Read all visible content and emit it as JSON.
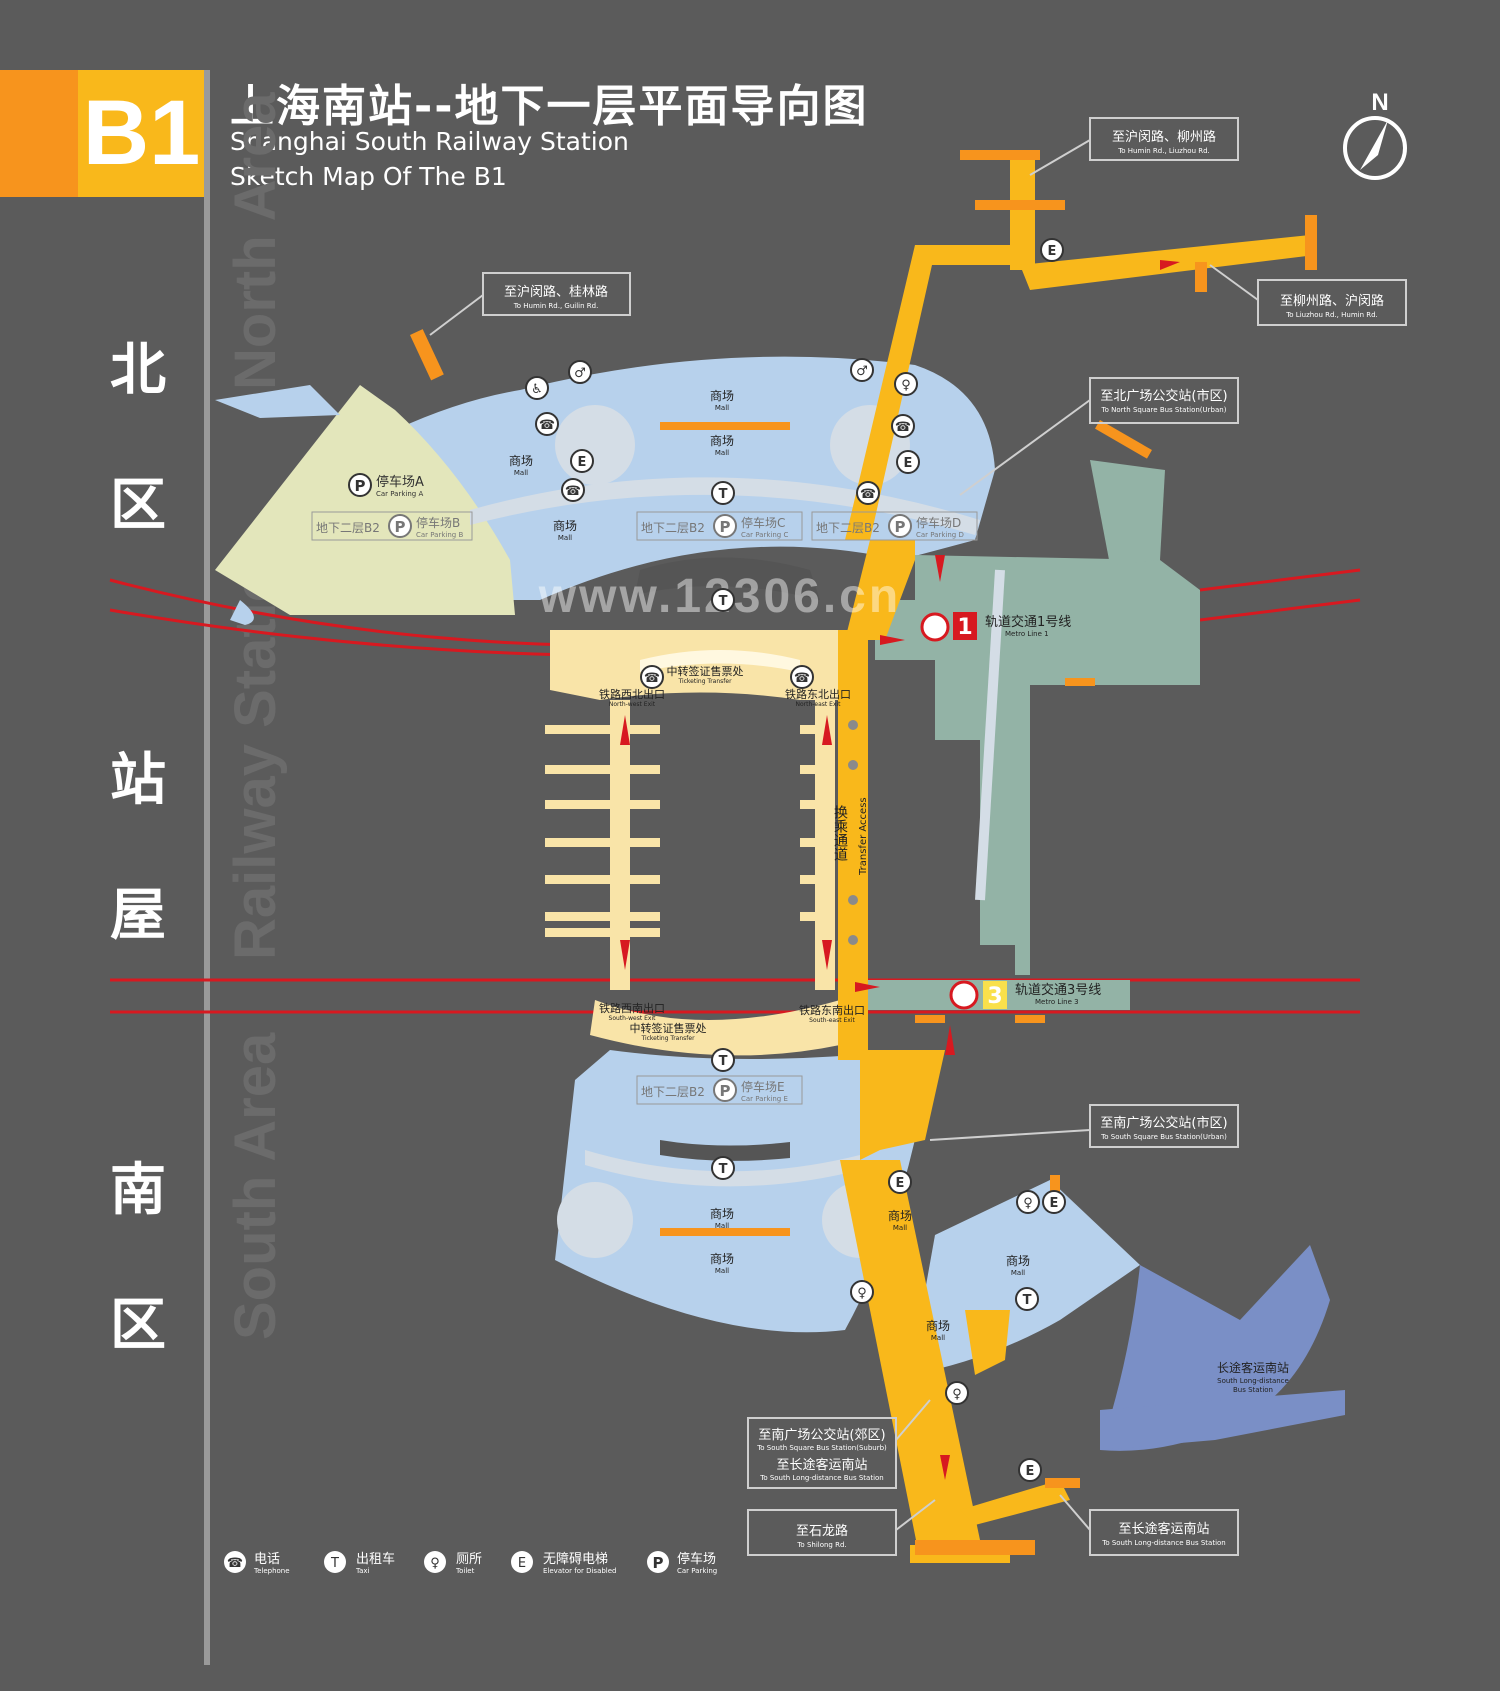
{
  "header": {
    "badge": "B1",
    "title_cn": "上海南站--地下一层平面导向图",
    "title_en_1": "Shanghai South Railway Station",
    "title_en_2": "Sketch Map Of The B1"
  },
  "side_labels": [
    "北",
    "区",
    "站",
    "屋",
    "南",
    "区"
  ],
  "watermarks": {
    "north": "North Area",
    "railway": "Railway Station",
    "south": "South Area",
    "site": "www.12306.cn"
  },
  "compass": {
    "letter": "N"
  },
  "callouts": {
    "humin_liuzhou": {
      "cn": "至沪闵路、柳州路",
      "en": "To Humin Rd., Liuzhou Rd."
    },
    "humin_guilin": {
      "cn": "至沪闵路、桂林路",
      "en": "To Humin Rd., Guilin Rd."
    },
    "liuzhou_humin": {
      "cn": "至柳州路、沪闵路",
      "en": "To Liuzhou Rd., Humin Rd."
    },
    "north_bus": {
      "cn": "至北广场公交站(市区)",
      "en": "To North Square Bus Station(Urban)"
    },
    "south_bus_urban": {
      "cn": "至南广场公交站(市区)",
      "en": "To South Square Bus Station(Urban)"
    },
    "south_bus_suburb": {
      "cn": "至南广场公交站(郊区)",
      "en": "To South Square Bus Station(Suburb)"
    },
    "long_distance_1": {
      "cn": "至长途客运南站",
      "en": "To South Long-distance Bus Station"
    },
    "shilong": {
      "cn": "至石龙路",
      "en": "To Shilong Rd."
    },
    "long_distance_2": {
      "cn": "至长途客运南站",
      "en": "To South Long-distance Bus Station"
    }
  },
  "parking": {
    "a": {
      "cn": "停车场A",
      "en": "Car Parking A"
    },
    "b": {
      "level": "地下二层B2",
      "cn": "停车场B",
      "en": "Car Parking B"
    },
    "c": {
      "level": "地下二层B2",
      "cn": "停车场C",
      "en": "Car Parking C"
    },
    "d": {
      "level": "地下二层B2",
      "cn": "停车场D",
      "en": "Car Parking D"
    },
    "e": {
      "level": "地下二层B2",
      "cn": "停车场E",
      "en": "Car Parking E"
    }
  },
  "mall": {
    "cn": "商场",
    "en": "Mall"
  },
  "metro": {
    "line1": {
      "num": "1",
      "cn": "轨道交通1号线",
      "en": "Metro Line 1"
    },
    "line3": {
      "num": "3",
      "cn": "轨道交通3号线",
      "en": "Metro Line 3"
    }
  },
  "exits": {
    "nw": {
      "cn": "铁路西北出口",
      "en": "North-west Exit"
    },
    "ne": {
      "cn": "铁路东北出口",
      "en": "North-east Exit"
    },
    "sw": {
      "cn": "铁路西南出口",
      "en": "South-west Exit"
    },
    "se": {
      "cn": "铁路东南出口",
      "en": "South-east Exit"
    }
  },
  "ticketing": {
    "cn": "中转签证售票处",
    "en": "Ticketing Transfer"
  },
  "transfer": {
    "cn": "换乘通道",
    "en": "Transfer Access"
  },
  "long_distance_station": {
    "cn": "长途客运南站",
    "en_1": "South Long-distance",
    "en_2": "Bus Station"
  },
  "legend": [
    {
      "icon": "phone",
      "cn": "电话",
      "en": "Telephone"
    },
    {
      "icon": "taxi",
      "cn": "出租车",
      "en": "Taxi"
    },
    {
      "icon": "toilet",
      "cn": "厕所",
      "en": "Toilet"
    },
    {
      "icon": "elevator",
      "cn": "无障碍电梯",
      "en": "Elevator for Disabled"
    },
    {
      "icon": "parking",
      "cn": "停车场",
      "en": "Car Parking"
    }
  ],
  "colors": {
    "background": "#5b5b5b",
    "corridor": "#f9b81b",
    "orange": "#f7941d",
    "mall": "#b7d1ec",
    "parking_a": "#e3e6bb",
    "metro": "#93b3a6",
    "bus_station": "#7a8fc6",
    "rail": "#d71920",
    "platform": "#f9e4a8"
  }
}
